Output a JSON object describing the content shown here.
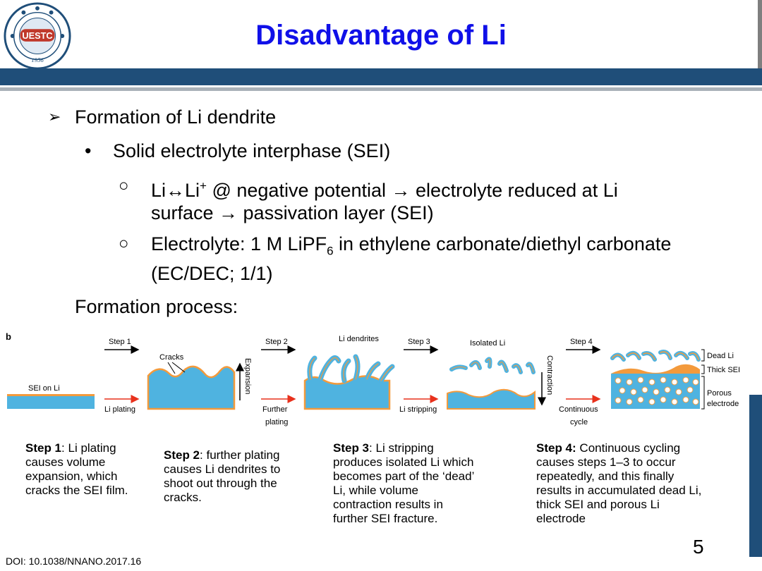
{
  "header": {
    "title": "Disadvantage of Li",
    "logo_text": "UESTC",
    "logo_year": "1956"
  },
  "bullets": {
    "level1": "Formation of Li dendrite",
    "level2": "Solid electrolyte interphase (SEI)",
    "item1_line1_a": "Li↔Li",
    "item1_sup": "+",
    "item1_line1_b": " @ negative potential → electrolyte reduced at Li",
    "item1_line2": "surface → passivation layer (SEI)",
    "item2_line1_a": "Electrolyte: 1 M LiPF",
    "item2_sub": "6",
    "item2_line1_b": " in ethylene carbonate/diethyl carbonate",
    "item2_line2": "(EC/DEC; 1/1)"
  },
  "formation_label": "Formation process:",
  "diagram": {
    "panel_label": "b",
    "step1": "Step 1",
    "step2": "Step 2",
    "step3": "Step 3",
    "step4": "Step 4",
    "sei_on_li": "SEI on Li",
    "li_plating": "Li plating",
    "cracks": "Cracks",
    "expansion": "Expansion",
    "further_plating_1": "Further",
    "further_plating_2": "plating",
    "li_dendrites": "Li dendrites",
    "li_stripping": "Li stripping",
    "isolated_li": "Isolated Li",
    "contraction": "Contraction",
    "continuous_1": "Continuous",
    "continuous_2": "cycle",
    "dead_li": "Dead Li",
    "thick_sei": "Thick SEI",
    "porous_1": "Porous",
    "porous_2": "electrode",
    "colors": {
      "li": "#4fb3e0",
      "sei": "#f39a3c",
      "arrow_red": "#e8311c"
    }
  },
  "steps": [
    {
      "title": "Step 1",
      "sep": ":",
      "lines": [
        " Li plating",
        "causes volume",
        "expansion, which",
        "cracks the SEI film."
      ]
    },
    {
      "title": "Step 2",
      "sep": ":",
      "lines": [
        " further plating",
        "causes Li dendrites to",
        "shoot out through the",
        "cracks."
      ]
    },
    {
      "title": "Step 3",
      "sep": ":",
      "lines": [
        " Li stripping",
        "produces isolated Li which",
        "becomes part of the ‘dead’",
        "Li, while volume",
        "contraction results in",
        "further SEI fracture."
      ]
    },
    {
      "title": "Step 4:",
      "sep": "",
      "lines": [
        " Continuous cycling",
        "causes steps 1–3 to occur",
        "repeatedly, and this finally",
        "results in accumulated dead Li,",
        "thick SEI and porous Li",
        "electrode"
      ]
    }
  ],
  "doi": "DOI: 10.1038/NNANO.2017.16",
  "page_number": "5"
}
